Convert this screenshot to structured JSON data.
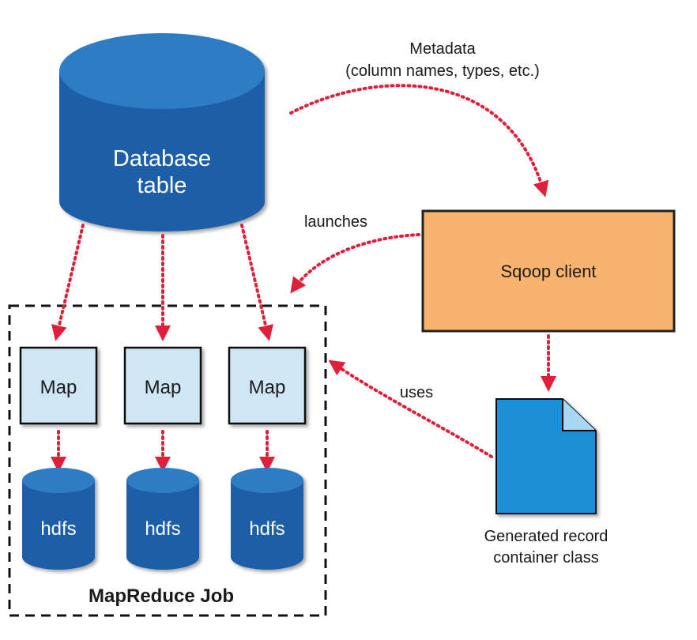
{
  "database": {
    "line1": "Database",
    "line2": "table"
  },
  "metadata": {
    "line1": "Metadata",
    "line2": "(column names, types, etc.)"
  },
  "sqoop_client": {
    "label": "Sqoop client"
  },
  "launches_label": "launches",
  "uses_label": "uses",
  "generated_class": {
    "line1": "Generated record",
    "line2": "container class"
  },
  "mapreduce_job": {
    "title": "MapReduce Job"
  },
  "maps": [
    {
      "label": "Map"
    },
    {
      "label": "Map"
    },
    {
      "label": "Map"
    }
  ],
  "hdfs": [
    {
      "label": "hdfs"
    },
    {
      "label": "hdfs"
    },
    {
      "label": "hdfs"
    }
  ],
  "colors": {
    "db_blue": "#1a5fa8",
    "db_top": "#2f7cc4",
    "sqoop_fill": "#f8b46e",
    "map_fill": "#cfe6f5",
    "doc_fill": "#1f8fd6",
    "arrow": "#e0203a"
  }
}
